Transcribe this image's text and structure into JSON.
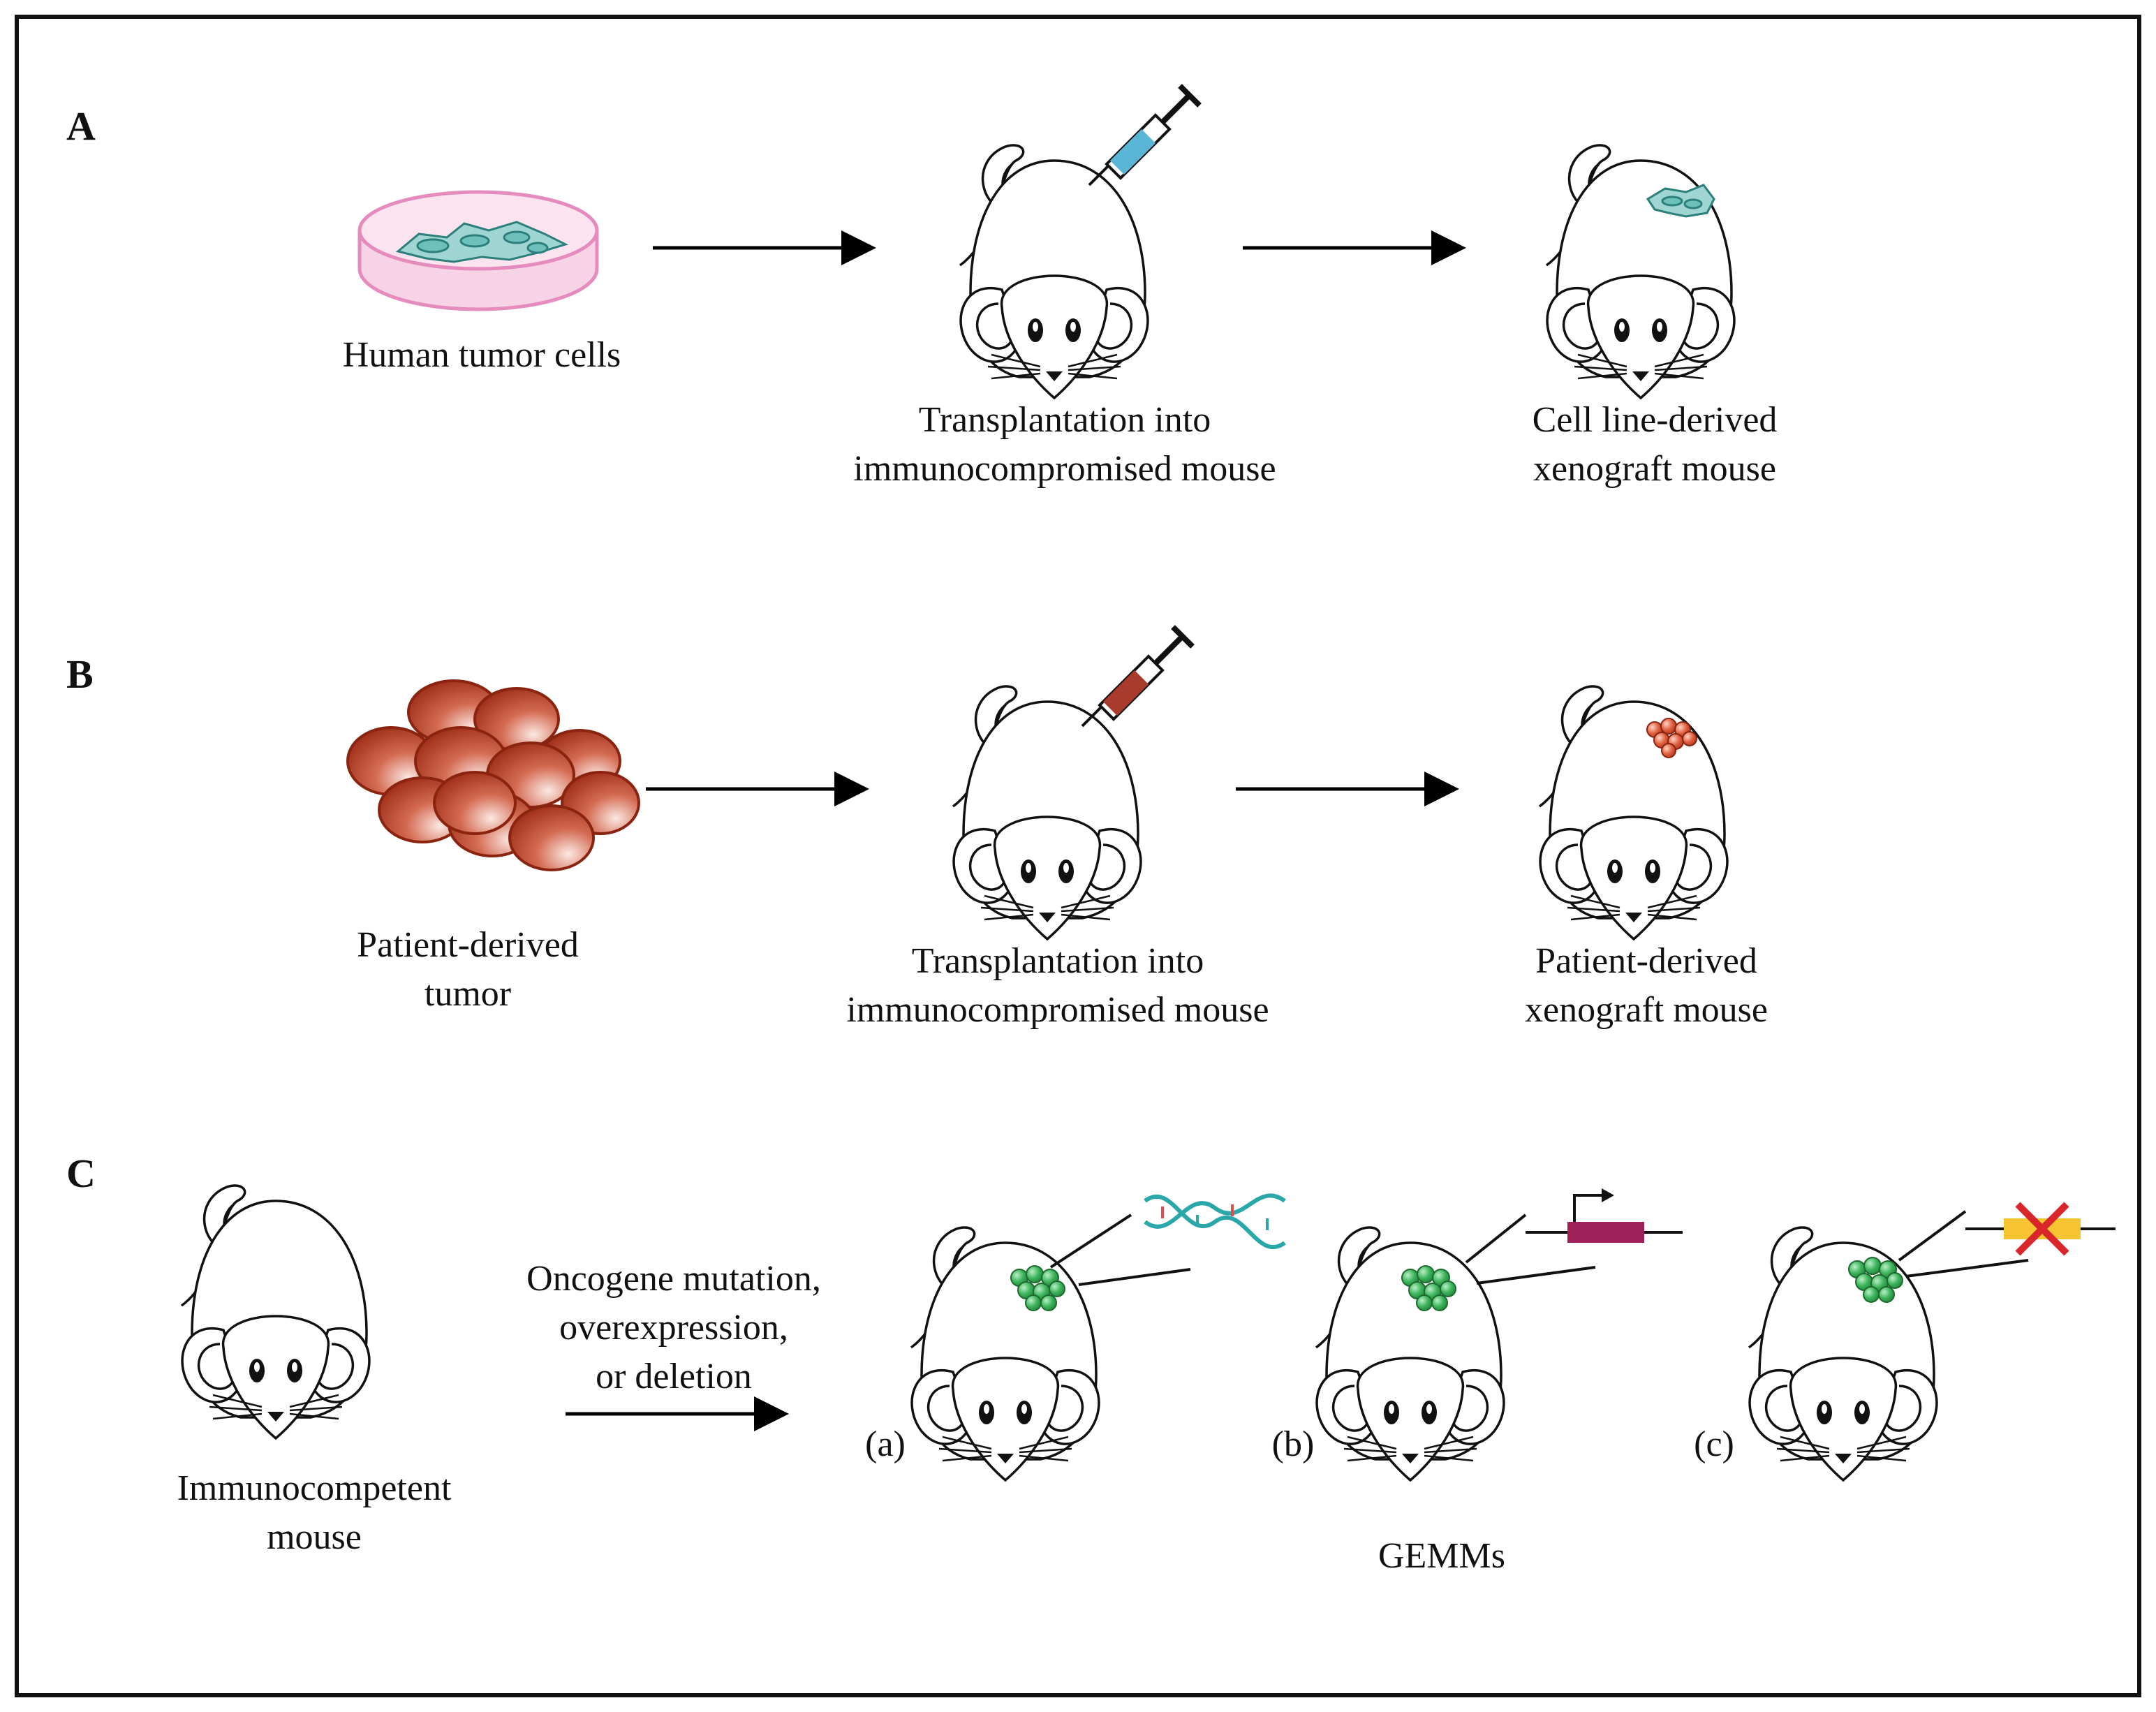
{
  "panels": {
    "a": {
      "letter": "A",
      "source_label": "Human tumor cells",
      "step_label": [
        "Transplantation into",
        "immunocompromised mouse"
      ],
      "result_label": [
        "Cell line-derived",
        "xenograft mouse"
      ]
    },
    "b": {
      "letter": "B",
      "source_label": [
        "Patient-derived",
        "tumor"
      ],
      "step_label": [
        "Transplantation into",
        "immunocompromised mouse"
      ],
      "result_label": [
        "Patient-derived",
        "xenograft mouse"
      ]
    },
    "c": {
      "letter": "C",
      "source_label": [
        "Immunocompetent",
        "mouse"
      ],
      "process_label": [
        "Oncogene mutation,",
        "overexpression,",
        "or deletion"
      ],
      "variant_labels": [
        "(a)",
        "(b)",
        "(c)"
      ],
      "group_label": "GEMMs"
    }
  },
  "colors": {
    "frame": "#111111",
    "dish_rim": "#e58bbd",
    "dish_fill": "#f7d3e6",
    "cell_fill": "#9fd6d3",
    "cell_stroke": "#2c7f7a",
    "pdx_tumor": "#b23a20",
    "pdx_tumor_light": "#f3d3c8",
    "gemm_tumor": "#2fa34a",
    "dna": "#2aa7a9",
    "dna_accent": "#e04d4d",
    "promoter_gene": "#a0205a",
    "deleted_gene": "#f5c430",
    "deletion_cross": "#d9262b",
    "syringe_a_fluid": "#5ab5d6",
    "syringe_b_fluid": "#a83b2a"
  },
  "icons": {
    "dish": "petri-dish-icon",
    "syringe": "syringe-icon",
    "mouse": "mouse-icon",
    "dna": "dna-helix-icon",
    "promoter": "promoter-arrow-icon",
    "deletion": "deletion-cross-icon"
  }
}
